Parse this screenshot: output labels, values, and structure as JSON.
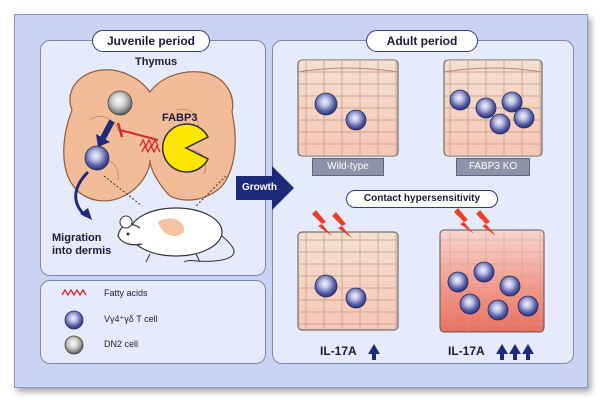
{
  "colors": {
    "background": "#c9d3f2",
    "panel": "#e6ebfb",
    "border": "#7b87b2",
    "thymus": "#f3bc98",
    "fabp3": "#ffe600",
    "arrow": "#1d2b7a",
    "inhibit": "#d12a2a",
    "inflamed": "#f08a80"
  },
  "left_panel": {
    "title": "Juvenile period",
    "thymus_label": "Thymus",
    "fabp3_label": "FABP3",
    "migration_label": "Migration\ninto dermis"
  },
  "legend": {
    "items": [
      {
        "icon": "fatty-acid-icon",
        "label": "Fatty acids"
      },
      {
        "icon": "vg4-t-cell-icon",
        "label": "Vγ4⁺γδ T cell"
      },
      {
        "icon": "dn2-cell-icon",
        "label": "DN2 cell"
      }
    ]
  },
  "growth_label": "Growth",
  "right_panel": {
    "title": "Adult period",
    "wild_type_label": "Wild-type",
    "ko_label": "FABP3 KO",
    "contact_label": "Contact hypersensitivity",
    "il17a_wt": "IL-17A",
    "il17a_ko": "IL-17A"
  }
}
